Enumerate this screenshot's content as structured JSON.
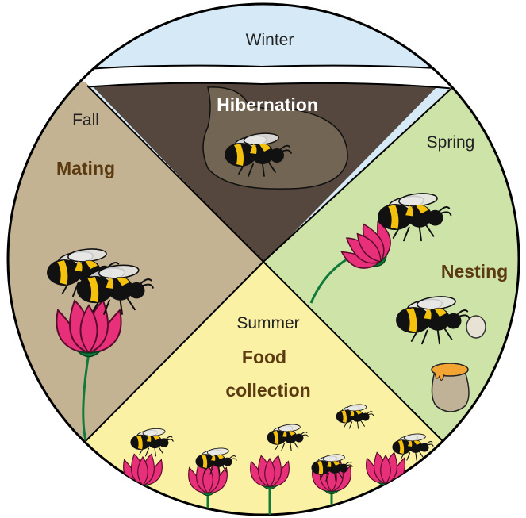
{
  "diagram": {
    "segments": [
      {
        "season": "Winter",
        "activity": "Hibernation",
        "activity_color": "#ffffff",
        "fill": "#d5e9f7"
      },
      {
        "season": "Spring",
        "activity": "Nesting",
        "activity_color": "#5b3a10",
        "fill": "#cde3a8"
      },
      {
        "season": "Summer",
        "activity": "Food collection",
        "activity_lines": [
          "Food",
          "collection"
        ],
        "activity_color": "#5b3a10",
        "fill": "#fbf1a4"
      },
      {
        "season": "Fall",
        "activity": "Mating",
        "activity_color": "#5b3a10",
        "fill": "#c4b393"
      }
    ],
    "colors": {
      "outline": "#000000",
      "soil": "#55473d",
      "burrow": "#726553",
      "snow": "#ffffff",
      "petal": "#e8307a",
      "stem": "#117a3a",
      "pot": "#bfb297",
      "honey": "#f2a533"
    },
    "icons": [
      "bumblebee-icon",
      "flower-icon",
      "honey-pot-icon",
      "egg-icon"
    ]
  }
}
